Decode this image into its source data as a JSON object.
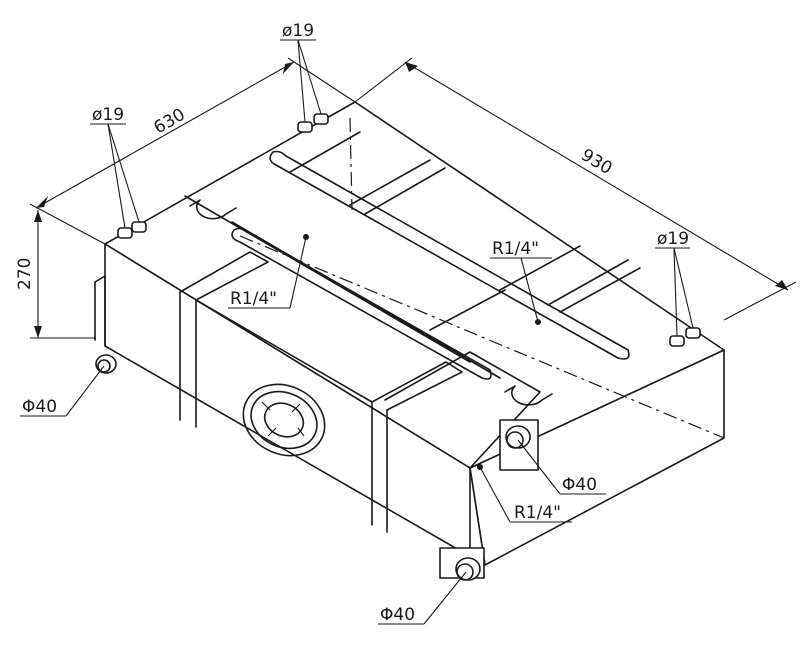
{
  "dimensions": {
    "length": "930",
    "width": "630",
    "height": "270"
  },
  "callouts": {
    "port19_left": "ø19",
    "port19_top": "ø19",
    "port19_right": "ø19",
    "outlet_left": "Φ40",
    "outlet_front": "Φ40",
    "outlet_bottom": "Φ40",
    "thread_top_left": "R1/4\"",
    "thread_top_right": "R1/4\"",
    "thread_front": "R1/4\""
  },
  "colors": {
    "line": "#1a1a1a",
    "background": "#ffffff"
  }
}
